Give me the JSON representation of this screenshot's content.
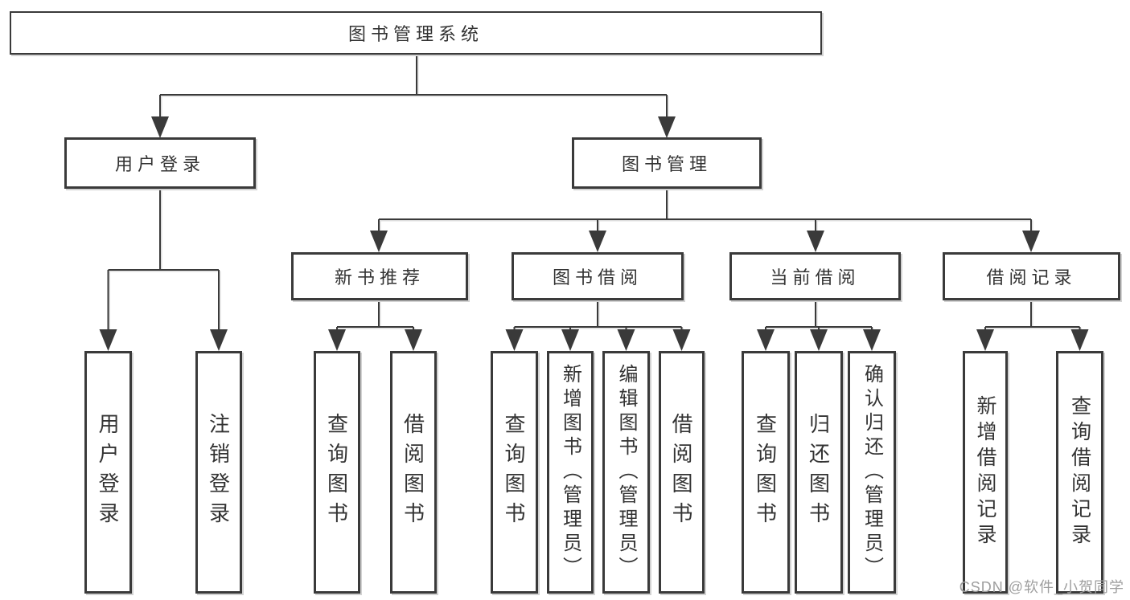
{
  "diagram": {
    "root": {
      "label": "图书管理系统",
      "children": [
        {
          "label": "用户登录",
          "children": [
            {
              "label": "用户登录"
            },
            {
              "label": "注销登录"
            }
          ]
        },
        {
          "label": "图书管理",
          "children": [
            {
              "label": "新书推荐",
              "children": [
                {
                  "label": "查询图书"
                },
                {
                  "label": "借阅图书"
                }
              ]
            },
            {
              "label": "图书借阅",
              "children": [
                {
                  "label": "查询图书"
                },
                {
                  "label": "新增图书（管理员）"
                },
                {
                  "label": "编辑图书（管理员）"
                },
                {
                  "label": "借阅图书"
                }
              ]
            },
            {
              "label": "当前借阅",
              "children": [
                {
                  "label": "查询图书"
                },
                {
                  "label": "归还图书"
                },
                {
                  "label": "确认归还（管理员）"
                }
              ]
            },
            {
              "label": "借阅记录",
              "children": [
                {
                  "label": "新增借阅记录"
                },
                {
                  "label": "查询借阅记录"
                }
              ]
            }
          ]
        }
      ]
    },
    "colors": {
      "line": "#3a3a3a",
      "box_border": "#3a3a3a",
      "text": "#333333",
      "watermark": "#9e9e9e"
    }
  },
  "watermark": {
    "text": "CSDN @软件_小贺同学"
  }
}
